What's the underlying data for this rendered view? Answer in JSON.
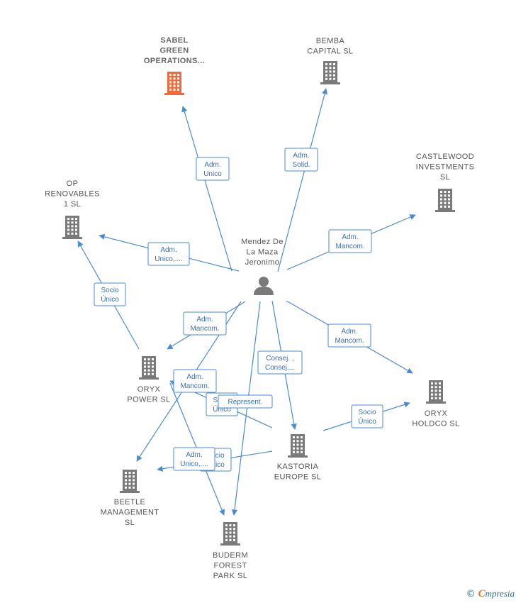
{
  "colors": {
    "edge": "#4a8ad6",
    "building_default": "#7a7a7a",
    "building_highlight": "#f06a3a",
    "person": "#7a7a7a",
    "label": "#555555"
  },
  "nodes": [
    {
      "id": "sabel",
      "type": "company",
      "highlight": true,
      "lines": [
        "SABEL",
        "GREEN",
        "OPERATIONS..."
      ]
    },
    {
      "id": "bemba",
      "type": "company",
      "lines": [
        "BEMBA",
        "CAPITAL  SL"
      ]
    },
    {
      "id": "castlewood",
      "type": "company",
      "lines": [
        "CASTLEWOOD",
        "INVESTMENTS",
        "SL"
      ]
    },
    {
      "id": "op",
      "type": "company",
      "lines": [
        "OP",
        "RENOVABLES",
        "1  SL"
      ]
    },
    {
      "id": "person",
      "type": "person",
      "lines": [
        "Mendez De",
        "La Maza",
        "Jeronimo"
      ]
    },
    {
      "id": "oryxpower",
      "type": "company",
      "lines": [
        "ORYX",
        "POWER  SL"
      ]
    },
    {
      "id": "oryxholdco",
      "type": "company",
      "lines": [
        "ORYX",
        "HOLDCO  SL"
      ]
    },
    {
      "id": "kastoria",
      "type": "company",
      "lines": [
        "KASTORIA",
        "EUROPE  SL"
      ]
    },
    {
      "id": "beetle",
      "type": "company",
      "lines": [
        "BEETLE",
        "MANAGEMENT",
        "SL"
      ]
    },
    {
      "id": "buderm",
      "type": "company",
      "lines": [
        "BUDERM",
        "FOREST",
        "PARK  SL"
      ]
    }
  ],
  "edges": [
    {
      "from": "person",
      "to": "sabel",
      "label": [
        "Adm.",
        "Unico"
      ]
    },
    {
      "from": "person",
      "to": "bemba",
      "label": [
        "Adm.",
        "Solid."
      ]
    },
    {
      "from": "person",
      "to": "castlewood",
      "label": [
        "Adm.",
        "Mancom."
      ]
    },
    {
      "from": "person",
      "to": "op",
      "label": [
        "Adm.",
        "Unico,...."
      ]
    },
    {
      "from": "oryxpower",
      "to": "op",
      "label": [
        "Socio",
        "Único"
      ]
    },
    {
      "from": "person",
      "to": "oryxpower",
      "label": [
        "Adm.",
        "Mancom."
      ]
    },
    {
      "from": "person",
      "to": "oryxholdco",
      "label": [
        "Adm.",
        "Mancom."
      ]
    },
    {
      "from": "person",
      "to": "kastoria",
      "label": [
        "Consej. ,",
        "Consej...."
      ]
    },
    {
      "from": "kastoria",
      "to": "oryxholdco",
      "label": [
        "Socio",
        "Único"
      ]
    },
    {
      "from": "person",
      "to": "beetle",
      "label": [
        "Adm.",
        "Mancom."
      ]
    },
    {
      "from": "kastoria",
      "to": "oryxpower",
      "label": [
        "Socio",
        "Único"
      ]
    },
    {
      "from": "person",
      "to": "buderm",
      "label": [
        "Represent."
      ]
    },
    {
      "from": "kastoria",
      "to": "beetle",
      "label": [
        "Socio",
        "Único"
      ]
    },
    {
      "from": "oryxpower",
      "to": "buderm",
      "label": [
        "Adm.",
        "Unico,...."
      ]
    }
  ],
  "footer": {
    "copyright": "©",
    "brand_first": "C",
    "brand_rest": "mpresia"
  }
}
